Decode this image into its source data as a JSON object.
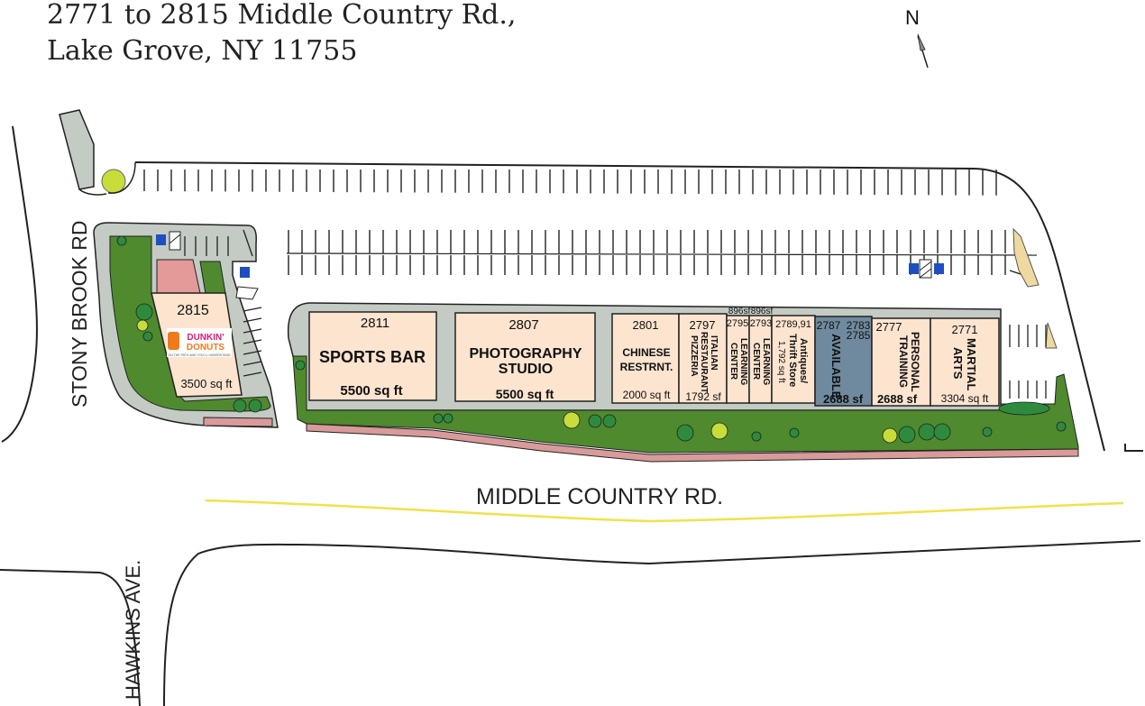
{
  "header": {
    "address_line1": "2771 to 2815 Middle Country Rd.,",
    "address_line2": "Lake Grove, NY 11755"
  },
  "compass": {
    "label": "N"
  },
  "roads": {
    "middle_country": "MIDDLE COUNTRY RD.",
    "stony_brook": "STONY BROOK RD",
    "hawkins": "HAWKINS AVE."
  },
  "pad": {
    "number": "2815",
    "sqft": "3500 sq ft",
    "tenant_logo": "DUNKIN' DONUTS",
    "logo_line1": "DUNKIN'",
    "logo_line2": "DONUTS",
    "logo_tagline": "ON THE PATH AND YOU'LL UNDERSTAND"
  },
  "units": [
    {
      "number": "2811",
      "name": "SPORTS BAR",
      "sqft": "5500 sq ft",
      "status": "leased"
    },
    {
      "number": "2807",
      "name_line1": "PHOTOGRAPHY",
      "name_line2": "STUDIO",
      "sqft": "5500 sq ft",
      "status": "leased"
    },
    {
      "number": "2801",
      "name_line1": "CHINESE",
      "name_line2": "RESTRNT.",
      "sqft": "2000 sq ft",
      "status": "leased"
    },
    {
      "number": "2797",
      "name_line1": "ITALIAN",
      "name_line2": "RESTAURANT",
      "name_line3": "PIZZERIA",
      "sqft": "1792 sf",
      "status": "leased"
    },
    {
      "number": "2795",
      "name_line1": "LEARNING",
      "name_line2": "CENTER",
      "sqft": "896sf",
      "status": "leased"
    },
    {
      "number": "2793",
      "name_line1": "LEARNING",
      "name_line2": "CENTER",
      "sqft": "896sf",
      "status": "leased"
    },
    {
      "number": "2789,91",
      "name_line1": "Antiques/",
      "name_line2": "Thrift Store",
      "sqft": "1,792 sq ft",
      "status": "leased"
    },
    {
      "number": "2787",
      "number2": "2783",
      "number3": "2785",
      "name": "AVAILABLE",
      "sqft": "2688 sf",
      "status": "available"
    },
    {
      "number": "2777",
      "name_line1": "PERSONAL",
      "name_line2": "TRAINING",
      "sqft": "2688 sf",
      "status": "leased"
    },
    {
      "number": "2771",
      "name_line1": "MARTIAL",
      "name_line2": "ARTS",
      "sqft": "3304 sq ft",
      "status": "leased"
    }
  ],
  "colors": {
    "unit_fill": "#fce4cf",
    "available_fill": "#6f8a9e",
    "landscape": "#4f8a2e",
    "pavement": "#c4cac4",
    "sidewalk_pink": "#d99a9a",
    "median_yellow": "#f2e24a",
    "shrub": "#2e8b3e",
    "flower": "#c8dc3a",
    "handicap_blue": "#1f4fbf"
  }
}
